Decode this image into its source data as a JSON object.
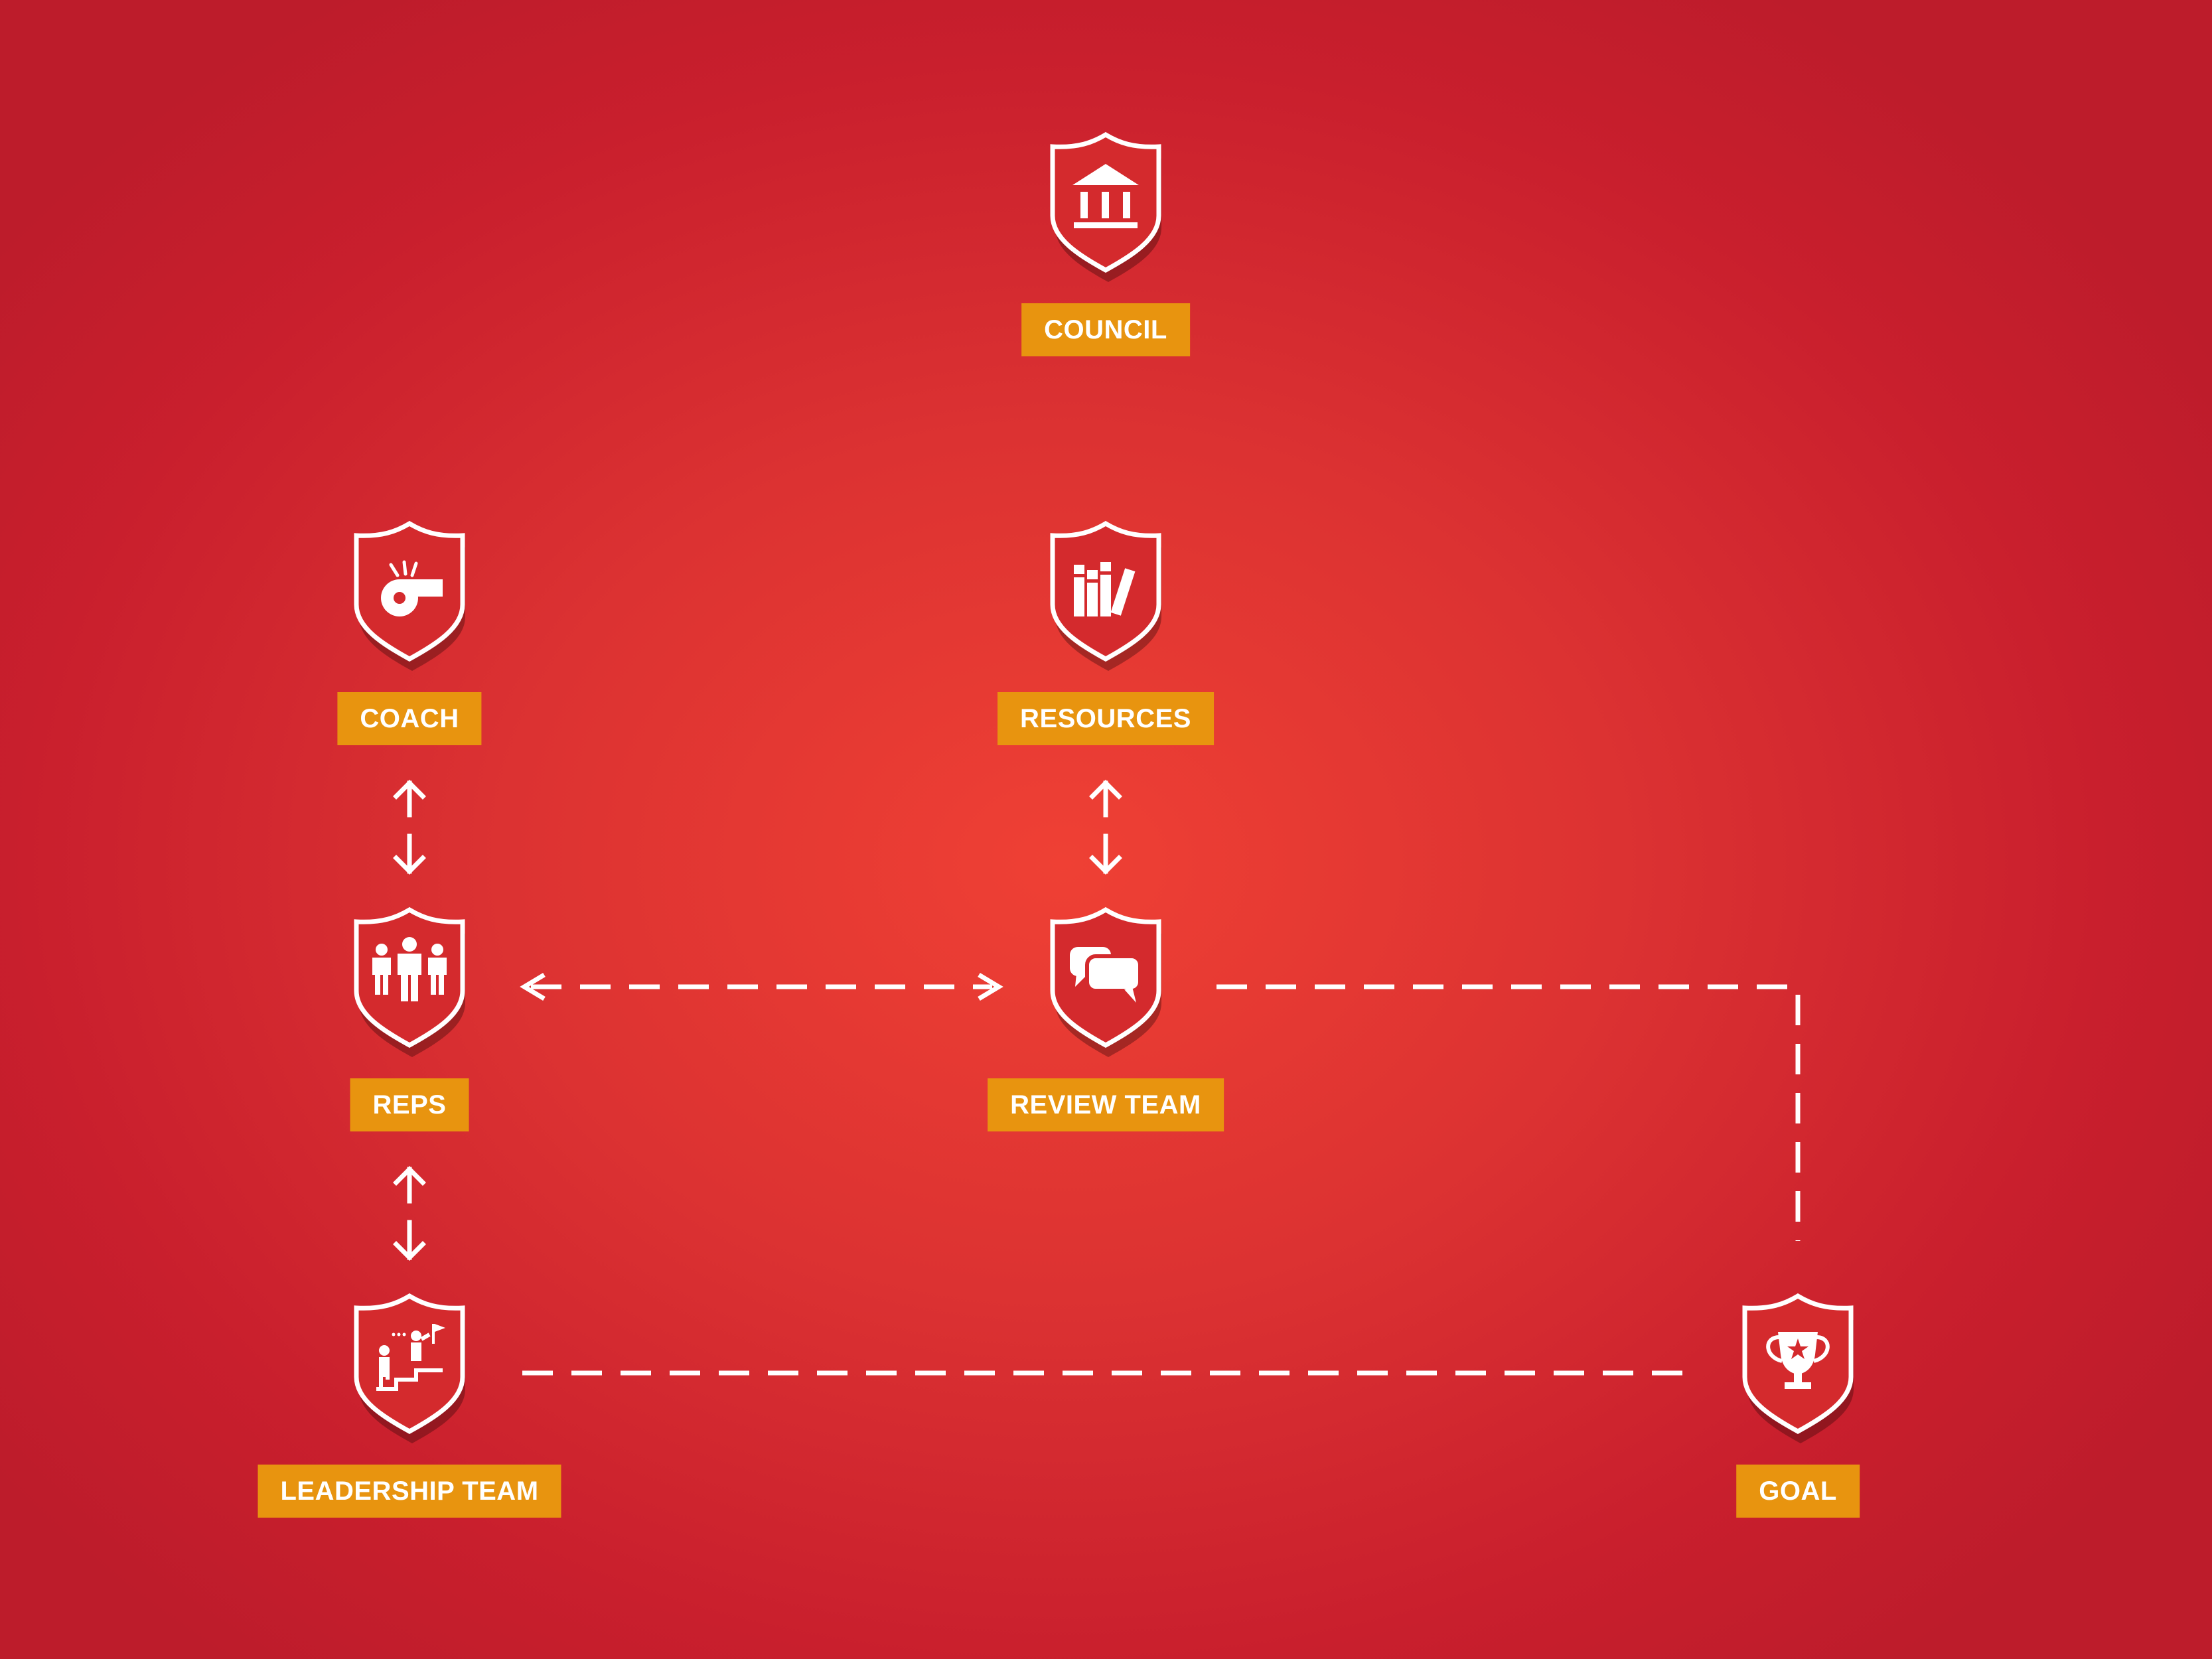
{
  "colors": {
    "background": "#dc3232",
    "shield_fill": "#d42a2d",
    "shield_stroke": "#ffffff",
    "label_bg": "#e8940f",
    "label_text": "#ffffff",
    "connector": "#ffffff"
  },
  "nodes": {
    "council": {
      "label": "COUNCIL",
      "icon": "building-icon"
    },
    "coach": {
      "label": "COACH",
      "icon": "whistle-icon"
    },
    "resources": {
      "label": "RESOURCES",
      "icon": "books-icon"
    },
    "reps": {
      "label": "REPS",
      "icon": "people-icon"
    },
    "review_team": {
      "label": "REVIEW TEAM",
      "icon": "speech-bubbles-icon"
    },
    "leadership_team": {
      "label": "LEADERSHIP TEAM",
      "icon": "stairs-leader-icon"
    },
    "goal": {
      "label": "GOAL",
      "icon": "trophy-icon"
    }
  },
  "connections": [
    {
      "from": "coach",
      "to": "reps",
      "style": "solid",
      "arrows": "both"
    },
    {
      "from": "resources",
      "to": "review_team",
      "style": "solid",
      "arrows": "both"
    },
    {
      "from": "reps",
      "to": "review_team",
      "style": "dashed",
      "arrows": "both"
    },
    {
      "from": "reps",
      "to": "leadership_team",
      "style": "solid",
      "arrows": "both"
    },
    {
      "from": "review_team",
      "to": "goal",
      "style": "dashed",
      "arrows": "none"
    },
    {
      "from": "leadership_team",
      "to": "goal",
      "style": "dashed",
      "arrows": "none"
    }
  ]
}
